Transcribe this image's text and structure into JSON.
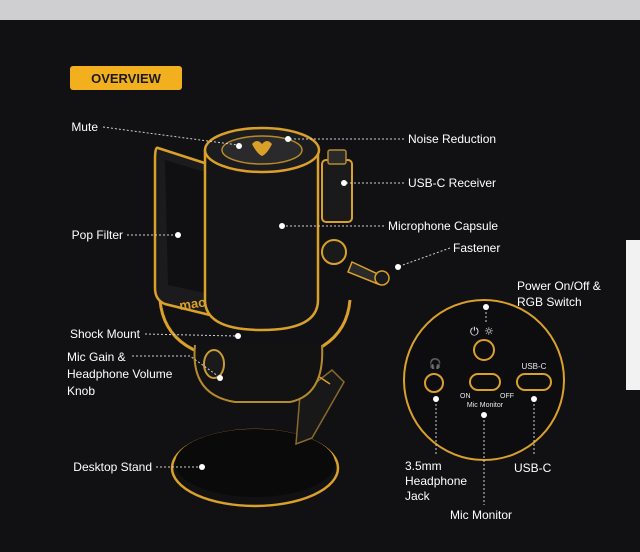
{
  "badge": "OVERVIEW",
  "labels": {
    "mute": "Mute",
    "pop_filter": "Pop Filter",
    "shock_mount": "Shock Mount",
    "mic_gain_1": "Mic Gain &",
    "mic_gain_2": "Headphone Volume",
    "mic_gain_3": "Knob",
    "desktop_stand": "Desktop Stand",
    "noise_reduction": "Noise Reduction",
    "usb_receiver": "USB-C Receiver",
    "capsule": "Microphone Capsule",
    "fastener": "Fastener",
    "power_1": "Power On/Off &",
    "power_2": "RGB Switch",
    "jack_1": "3.5mm",
    "jack_2": "Headphone",
    "jack_3": "Jack",
    "usb_c": "USB-C",
    "mic_monitor": "Mic Monitor"
  },
  "panel": {
    "usb_c_label": "USB-C",
    "on": "ON",
    "off": "OFF",
    "mic_monitor_label": "Mic Monitor"
  },
  "brand": "maono",
  "colors": {
    "background": "#0d0d0f",
    "accent": "#d9a02a",
    "badge": "#f2b01e"
  }
}
